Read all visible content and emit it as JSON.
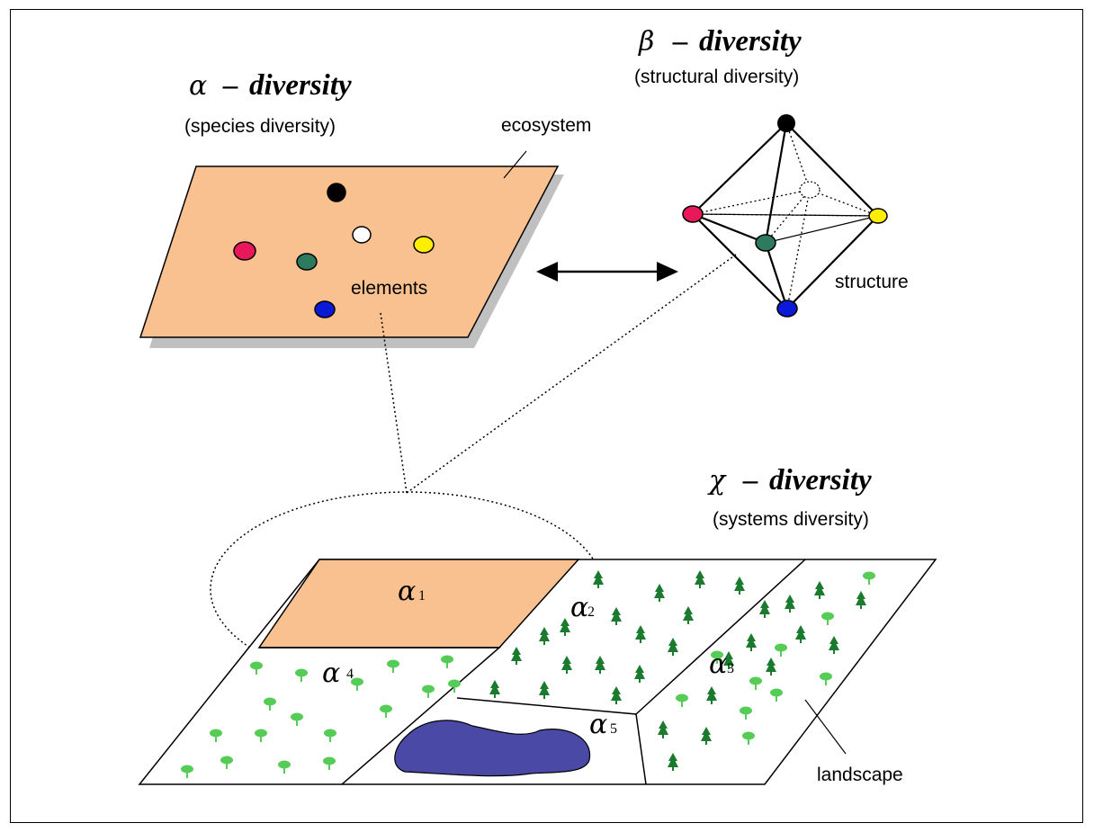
{
  "alpha_section": {
    "symbol": "α",
    "dash": "–",
    "word": "diversity",
    "subtitle": "(species diversity)",
    "ecosystem_label": "ecosystem",
    "elements_label": "elements"
  },
  "beta_section": {
    "symbol": "β",
    "dash": "–",
    "word": "diversity",
    "subtitle": "(structural diversity)",
    "structure_label": "structure"
  },
  "chi_section": {
    "symbol": "χ",
    "dash": "–",
    "word": "diversity",
    "subtitle": "(systems diversity)",
    "landscape_label": "landscape"
  },
  "patches": {
    "a1": {
      "symbol": "α",
      "index": "1"
    },
    "a2": {
      "symbol": "α",
      "index": "2"
    },
    "a3": {
      "symbol": "α",
      "index": "3"
    },
    "a4": {
      "symbol": "α",
      "index": "4"
    },
    "a5": {
      "symbol": "α",
      "index": "5"
    }
  },
  "colors": {
    "ecosystem_fill": "#f9c18f",
    "shadow": "#c0c0c0",
    "lake": "#4a4aa6",
    "conifer": "#1a7a2e",
    "broadleaf": "#55cc55",
    "node_black": "#000000",
    "node_magenta": "#e8185a",
    "node_yellow": "#ffee00",
    "node_green": "#2e7a5e",
    "node_white": "#ffffff",
    "node_blue": "#0a1ad6"
  }
}
